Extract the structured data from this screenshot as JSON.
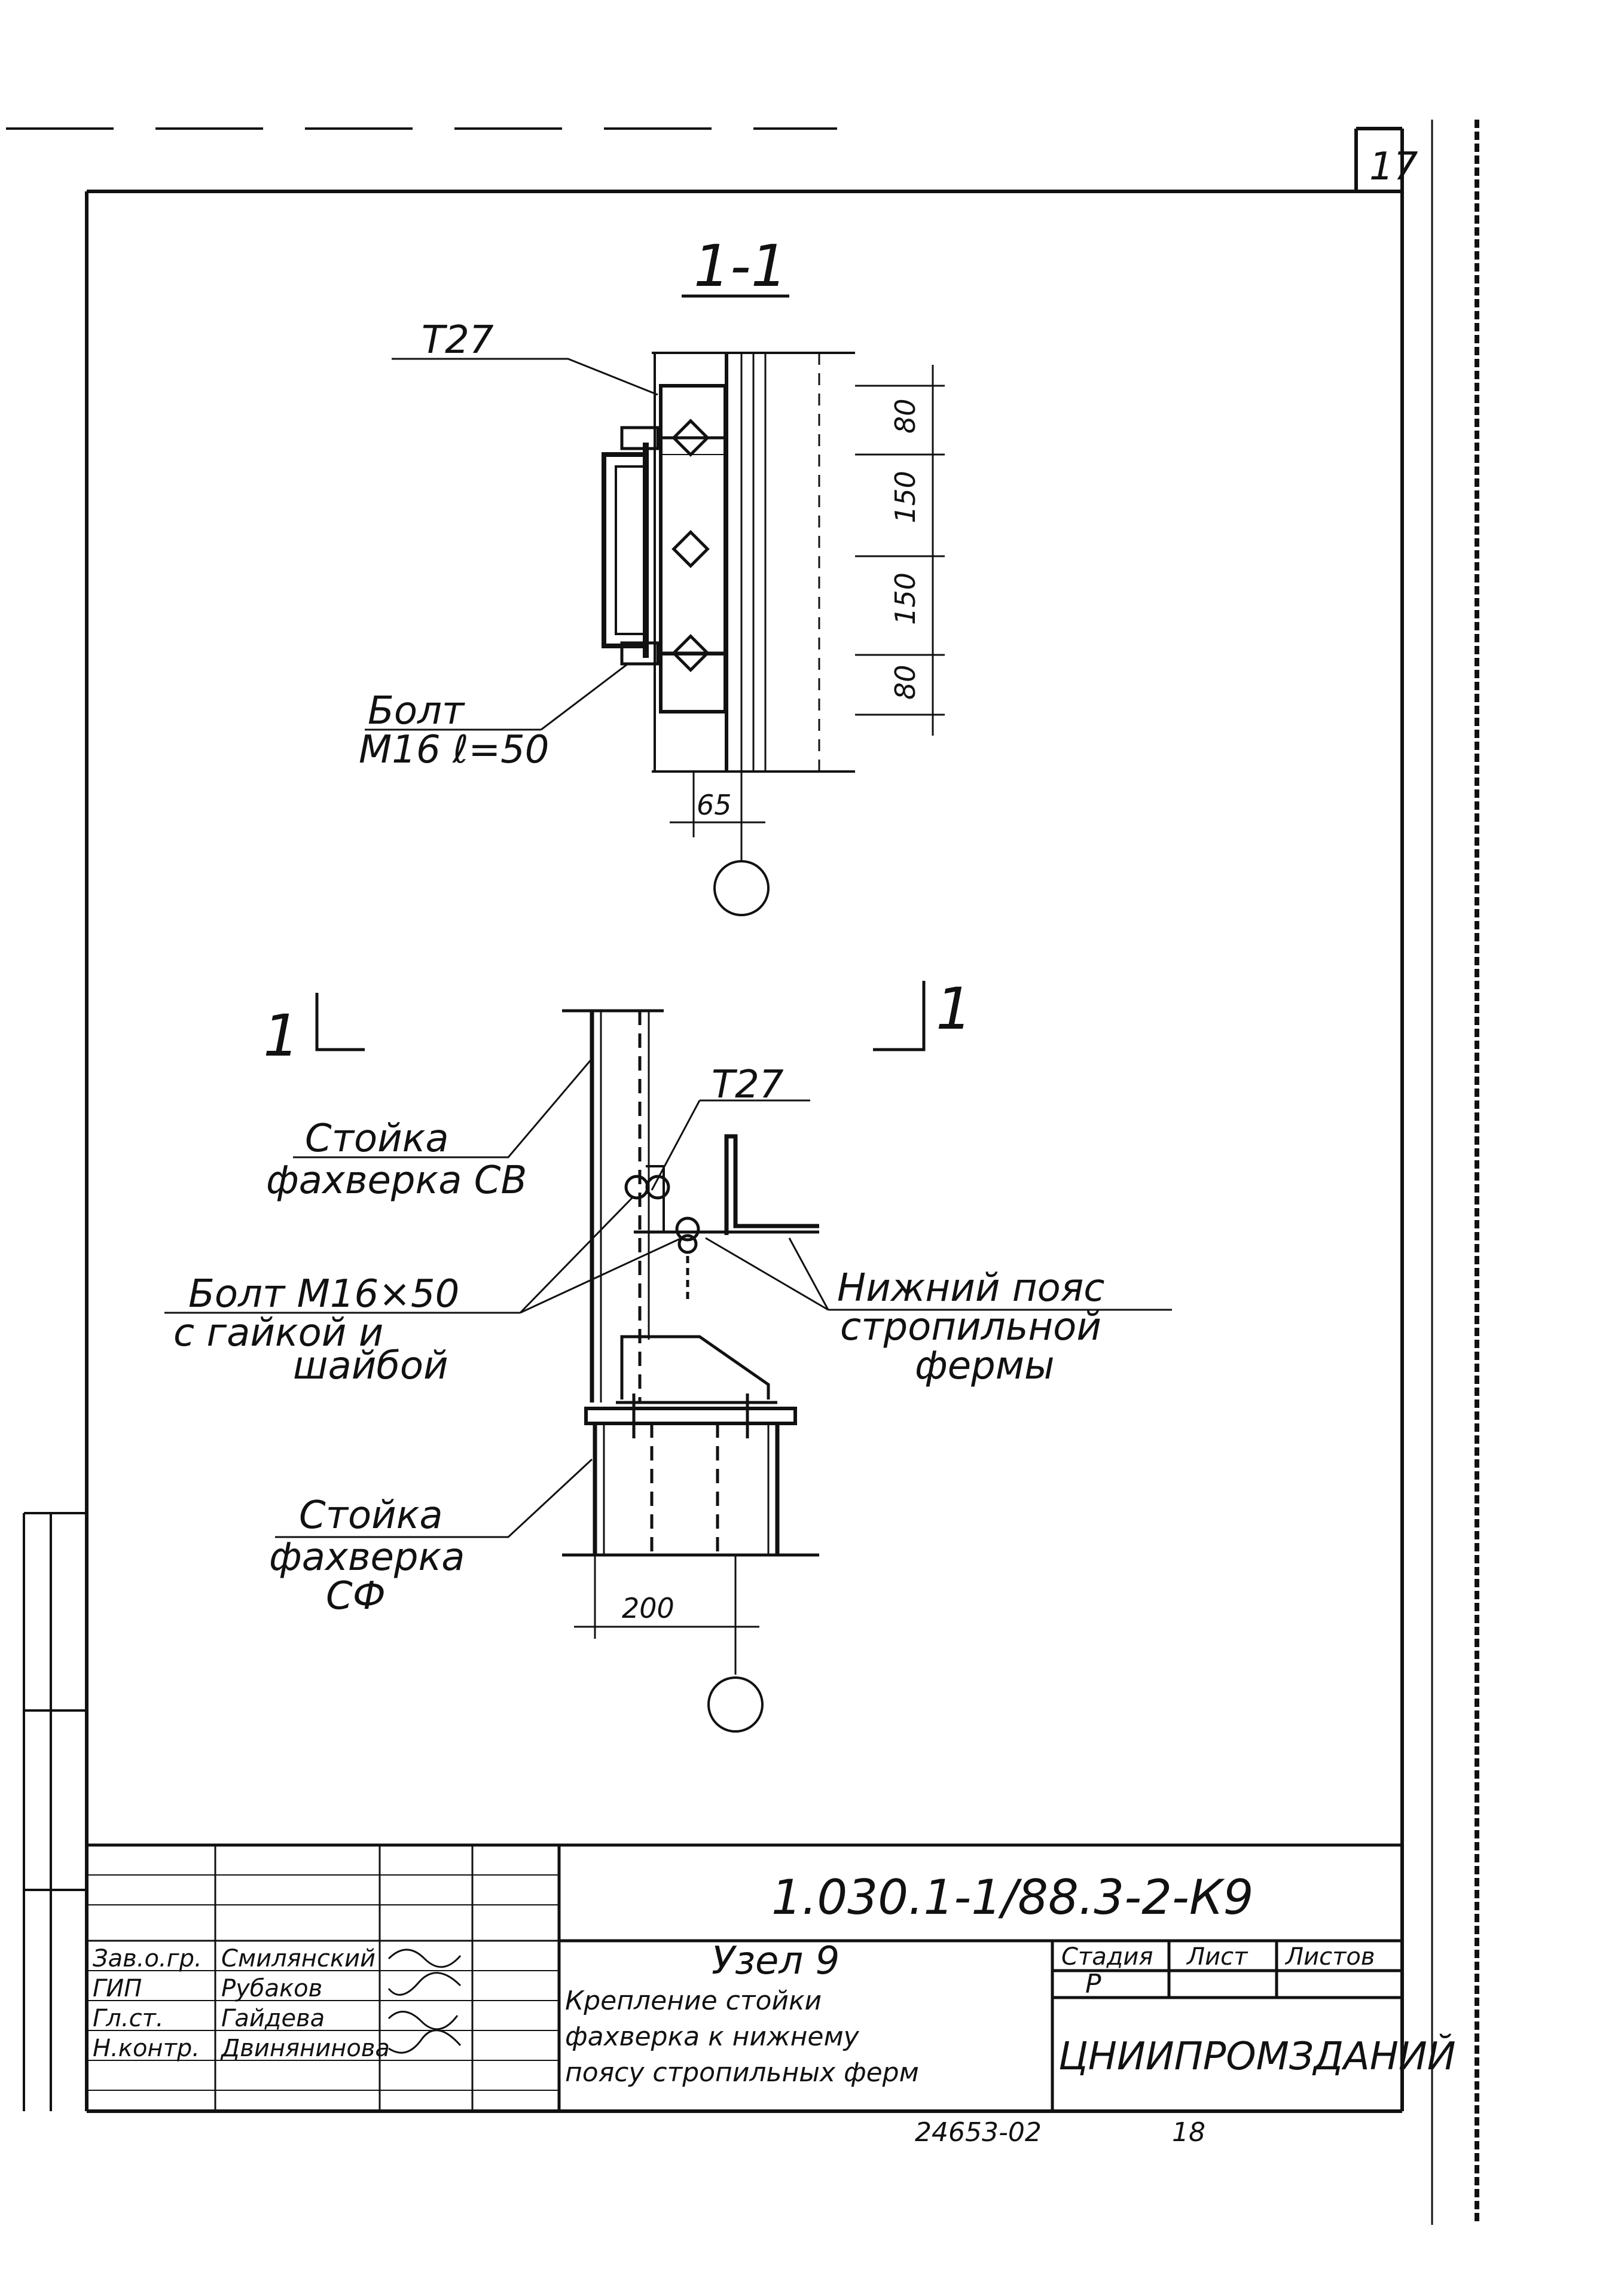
{
  "sheet_number": "17",
  "section_1": {
    "title": "1-1",
    "plate_label": "T27",
    "bolt_label_line1": "Болт",
    "bolt_label_line2": "M16 ℓ=50",
    "dims": [
      "80",
      "150",
      "150",
      "80"
    ],
    "offset_dim": "65"
  },
  "section_2": {
    "cut_left": "1",
    "cut_right": "1",
    "plate_label": "T27",
    "column_top_line1": "Стойка",
    "column_top_line2": "фахверка СВ",
    "bolt_line1": "Болт M16×50",
    "bolt_line2": "с гайкой и",
    "bolt_line3": "шайбой",
    "chord_line1": "Нижний пояс",
    "chord_line2": "стропильной",
    "chord_line3": "фермы",
    "column_bottom_line1": "Стойка",
    "column_bottom_line2": "фахверка",
    "column_bottom_line3": "СФ",
    "width_dim": "200"
  },
  "title_block": {
    "document_code": "1.030.1-1/88.3-2-К9",
    "roles": [
      "Зав.о.гр.",
      "ГИП",
      "Гл.ст.",
      "Н.контр."
    ],
    "names": [
      "Смилянский",
      "Рубаков",
      "Гайдева",
      "Двинянинова"
    ],
    "node_title": "Узел 9",
    "description_line1": "Крепление стойки",
    "description_line2": "фахверка к нижнему",
    "description_line3": "поясу стропильных ферм",
    "stage_header": "Стадия",
    "sheet_header": "Лист",
    "sheets_header": "Листов",
    "stage_value": "Р",
    "organization": "ЦНИИПРОМЗДАНИЙ",
    "archive_number": "24653-02",
    "archive_sheet": "18"
  }
}
